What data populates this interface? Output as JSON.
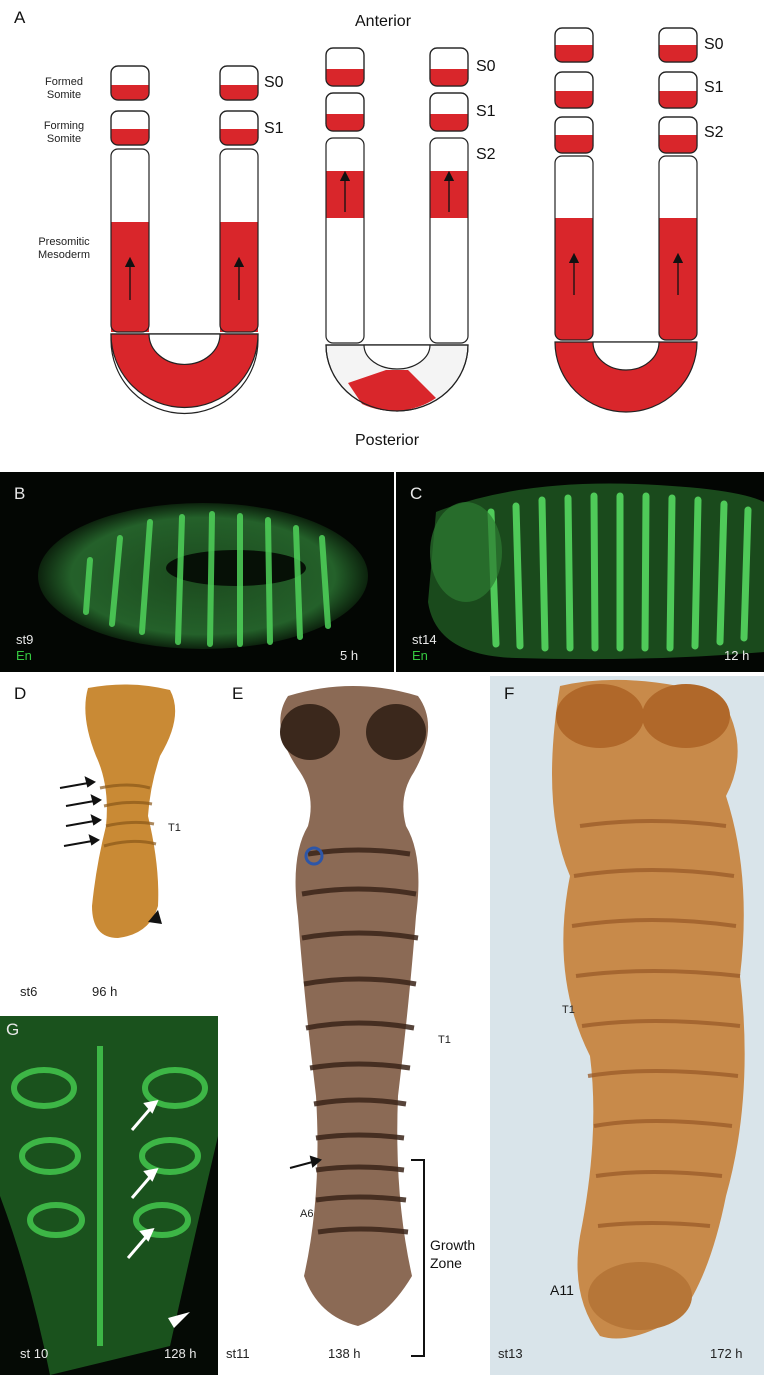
{
  "panels": {
    "A": {
      "letter": "A",
      "anterior": "Anterior",
      "posterior": "Posterior",
      "labels": {
        "formed_somite_1": "Formed",
        "formed_somite_2": "Somite",
        "forming_somite_1": "Forming",
        "forming_somite_2": "Somite",
        "psm_1": "Presomitic",
        "psm_2": "Mesoderm"
      },
      "schemes": [
        {
          "somites": [
            "S0",
            "S1"
          ]
        },
        {
          "somites": [
            "S0",
            "S1",
            "S2"
          ]
        },
        {
          "somites": [
            "S0",
            "S1",
            "S2"
          ]
        }
      ],
      "colors": {
        "red": "#d9262b",
        "outline": "#222222"
      }
    },
    "B": {
      "letter": "B",
      "stage": "st9",
      "stain": "En",
      "time": "5 h"
    },
    "C": {
      "letter": "C",
      "stage": "st14",
      "stain": "En",
      "time": "12 h"
    },
    "D": {
      "letter": "D",
      "segment": "T1",
      "stage": "st6",
      "time": "96 h"
    },
    "E": {
      "letter": "E",
      "segment_t": "T1",
      "segment_a": "A6",
      "growth_zone_1": "Growth",
      "growth_zone_2": "Zone",
      "stage": "st11",
      "time": "138 h"
    },
    "F": {
      "letter": "F",
      "segment_t": "T1",
      "segment_a": "A11",
      "stage": "st13",
      "time": "172 h"
    },
    "G": {
      "letter": "G",
      "stage": "st 10",
      "time": "128 h"
    }
  }
}
